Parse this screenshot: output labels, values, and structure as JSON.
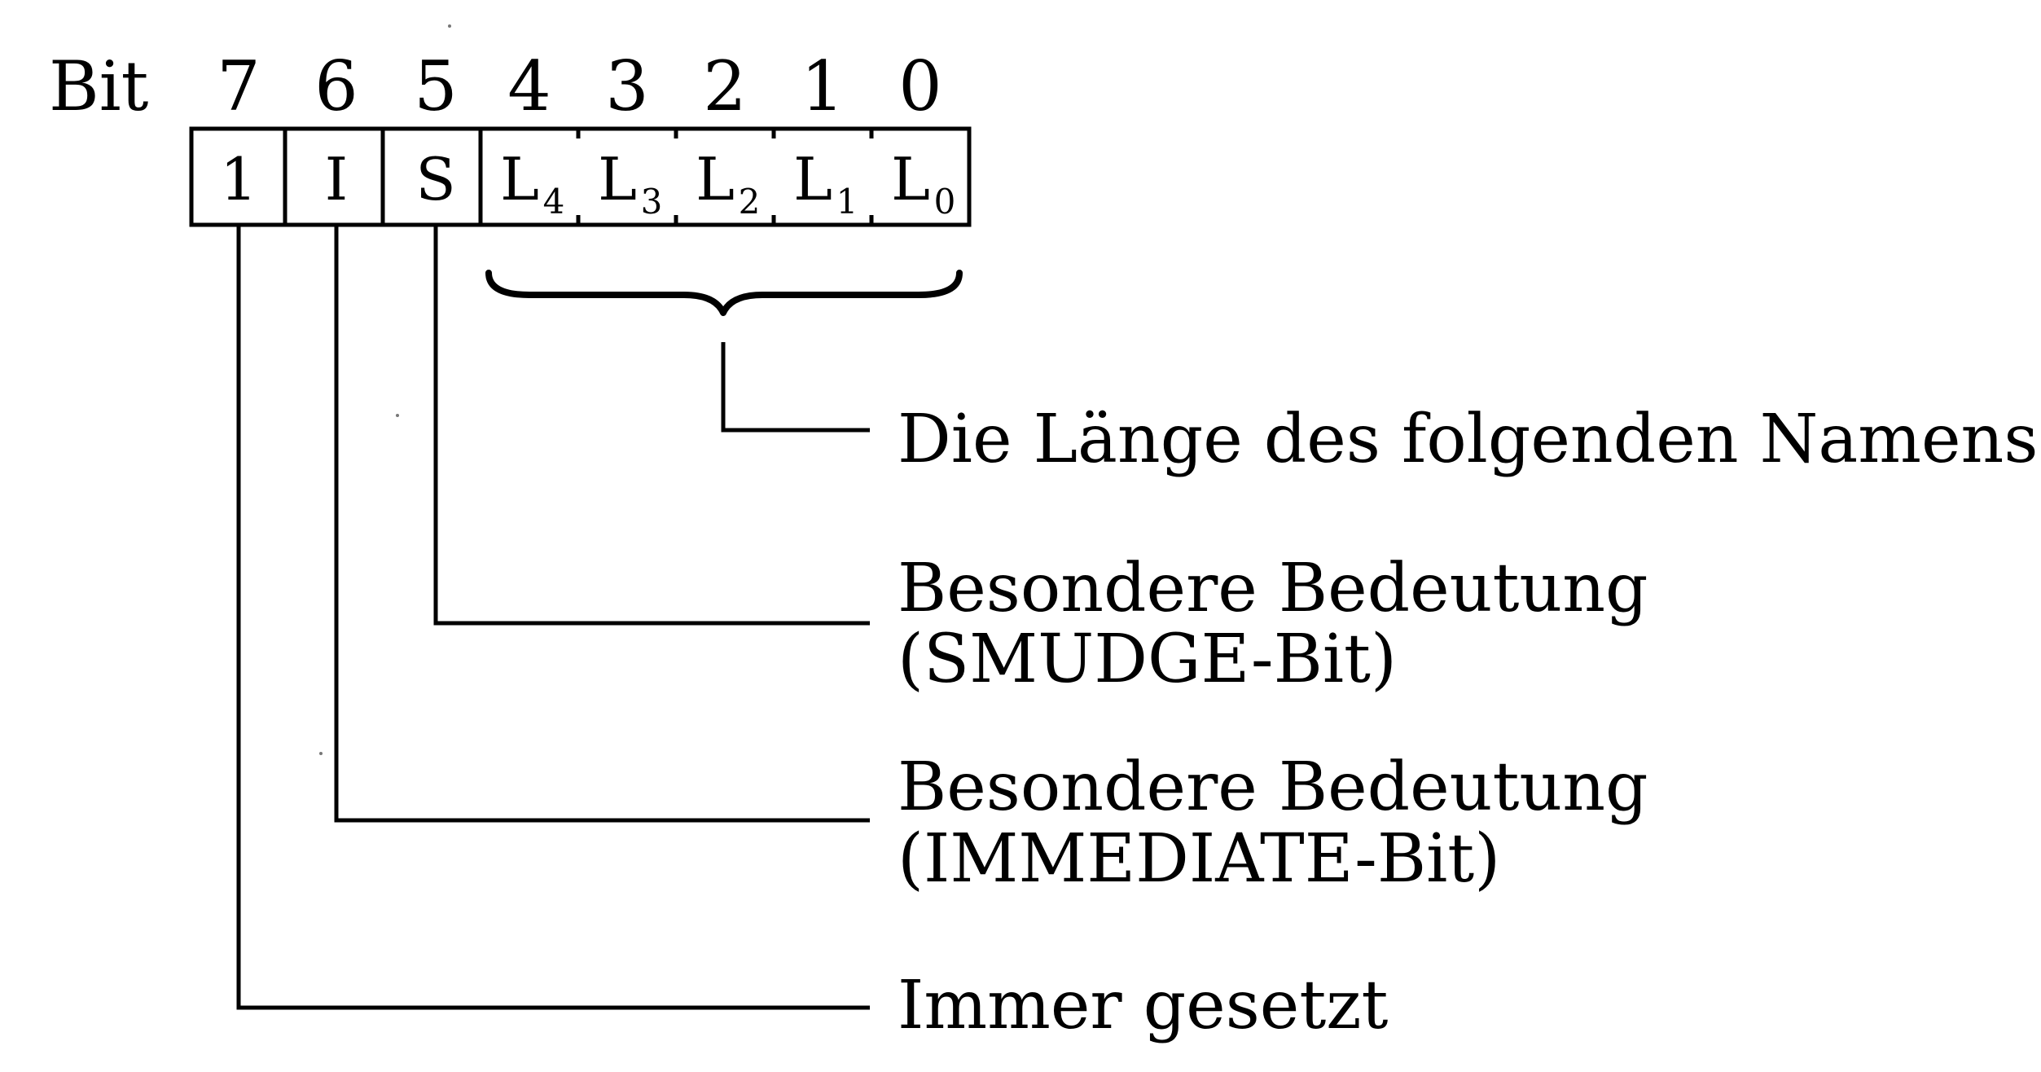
{
  "header": {
    "bit_label": "Bit"
  },
  "bit_numbers": [
    "7",
    "6",
    "5",
    "4",
    "3",
    "2",
    "1",
    "0"
  ],
  "cells": [
    {
      "letter": "1",
      "sub": ""
    },
    {
      "letter": "I",
      "sub": ""
    },
    {
      "letter": "S",
      "sub": ""
    },
    {
      "letter": "L",
      "sub": "4"
    },
    {
      "letter": "L",
      "sub": "3"
    },
    {
      "letter": "L",
      "sub": "2"
    },
    {
      "letter": "L",
      "sub": "1"
    },
    {
      "letter": "L",
      "sub": "0"
    }
  ],
  "descriptions": {
    "length": [
      "Die Länge des folgenden Namens"
    ],
    "smudge": [
      "Besondere Bedeutung",
      "(SMUDGE-Bit)"
    ],
    "immediate": [
      "Besondere Bedeutung",
      "(IMMEDIATE-Bit)"
    ],
    "always": [
      "Immer gesetzt"
    ]
  }
}
